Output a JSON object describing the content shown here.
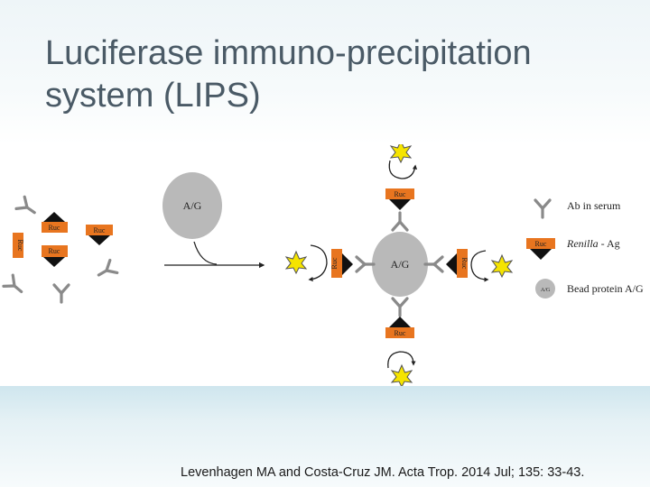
{
  "slide": {
    "title": "Luciferase immuno-precipitation system (LIPS)",
    "citation": "Levenhagen MA and Costa-Cruz JM. Acta Trop. 2014 Jul; 135: 33-43."
  },
  "diagram": {
    "bead_label": "A/G",
    "ruc_label": "Ruc",
    "legend": {
      "antibody": "Ab in serum",
      "antigen_italic": "Renilla",
      "antigen_rest": " - Ag",
      "bead_icon_label": "A/G",
      "bead": "Bead protein A/G"
    }
  },
  "colors": {
    "ruc_orange": "#e8751f",
    "bead_gray": "#b9b9b9",
    "light_yellow": "#f5e400",
    "antibody_gray": "#8a8a8a"
  }
}
